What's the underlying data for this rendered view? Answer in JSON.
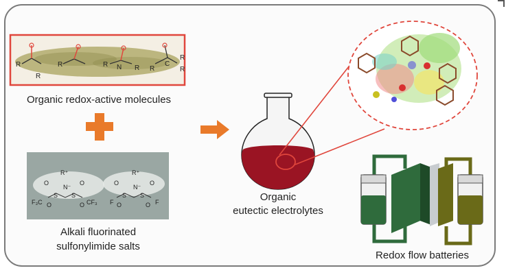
{
  "organic_molecules": {
    "label": "Organic redox-active molecules",
    "atom_labels": [
      "R",
      "R",
      "R",
      "R",
      "R",
      "R",
      "C",
      "R",
      "R",
      "N"
    ]
  },
  "salts": {
    "label_line1": "Alkali fluorinated",
    "label_line2": "sulfonylimide salts",
    "atom_labels": [
      "R⁺",
      "R⁺",
      "N⁻",
      "N⁻",
      "O",
      "O",
      "O",
      "O",
      "O",
      "O",
      "O",
      "O",
      "S",
      "S",
      "S",
      "S",
      "F₃C",
      "CF₃",
      "F",
      "F"
    ]
  },
  "electrolyte": {
    "label_line1": "Organic",
    "label_line2": "eutectic electrolytes"
  },
  "battery": {
    "label": "Redox flow batteries"
  },
  "colors": {
    "red_outline": "#e0463c",
    "orange": "#e97a2a",
    "flask_liquid": "#9a1423",
    "tank_left": "#2f6b3c",
    "tank_right": "#6a6a18"
  }
}
